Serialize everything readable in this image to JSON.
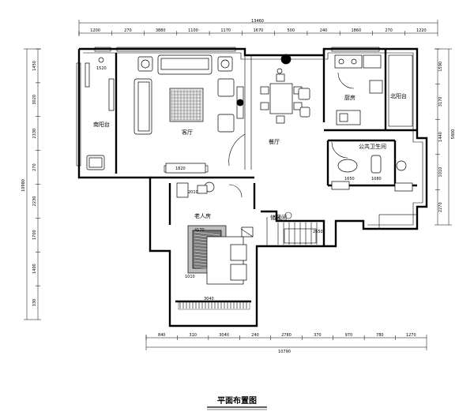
{
  "title": "平面布置图",
  "rooms": {
    "south_balcony": "南阳台",
    "living": "客厅",
    "dining": "餐厅",
    "kitchen": "厨房",
    "north_balcony": "北阳台",
    "bathroom": "公共卫生间",
    "elder_room": "老人房",
    "storage": "储藏间"
  },
  "dims_top": {
    "total": "13460",
    "segments": [
      "1200",
      "270",
      "3880",
      "1100",
      "1170",
      "1670",
      "500",
      "240",
      "1860",
      "270",
      "1220"
    ]
  },
  "dims_bottom": {
    "total": "10790",
    "segments": [
      "840",
      "310",
      "3040",
      "240",
      "2780",
      "370",
      "970",
      "780",
      "1270"
    ]
  },
  "dims_left": {
    "total": "10980",
    "segments": [
      "1450",
      "3020",
      "2330",
      "270",
      "2230",
      "1700",
      "1400",
      "330"
    ]
  },
  "dims_right": {
    "total": "5800",
    "segments": [
      "1590",
      "3170",
      "1440",
      "1010",
      "2270"
    ]
  },
  "inner_labels": [
    "1520",
    "1820",
    "4170",
    "1010",
    "3040",
    "1080",
    "1650",
    "2650",
    "2010"
  ]
}
